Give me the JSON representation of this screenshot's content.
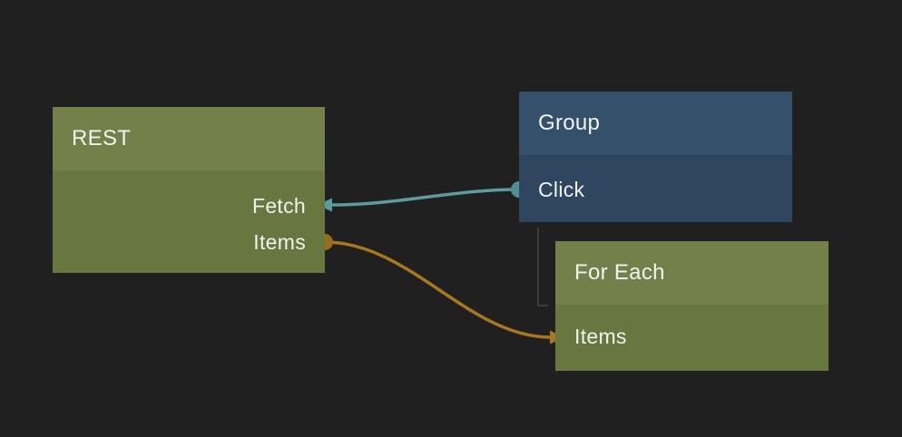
{
  "canvas": {
    "background": "#202021"
  },
  "colors": {
    "green_node_header": "#738049",
    "green_node_body": "#687640",
    "blue_node_header": "#35506b",
    "blue_node_body": "#2e4660",
    "node_text": "#f1f3ee",
    "hierarchy_line": "#3d3d3d"
  },
  "nodes": [
    {
      "title": "REST",
      "ports": [
        {
          "label": "Fetch",
          "side": "right"
        },
        {
          "label": "Items",
          "side": "right"
        }
      ]
    },
    {
      "title": "Group",
      "ports": [
        {
          "label": "Click",
          "side": "left"
        }
      ]
    },
    {
      "title": "For Each",
      "ports": [
        {
          "label": "Items",
          "side": "left"
        }
      ]
    }
  ],
  "edges": [
    {
      "from": "Group.Click",
      "to": "REST.Fetch",
      "color": "#5c9b9e",
      "dot_color": "#4f8e91"
    },
    {
      "from": "REST.Items",
      "to": "For Each.Items",
      "color": "#a8771e",
      "dot_color": "#9a6b1a"
    }
  ]
}
